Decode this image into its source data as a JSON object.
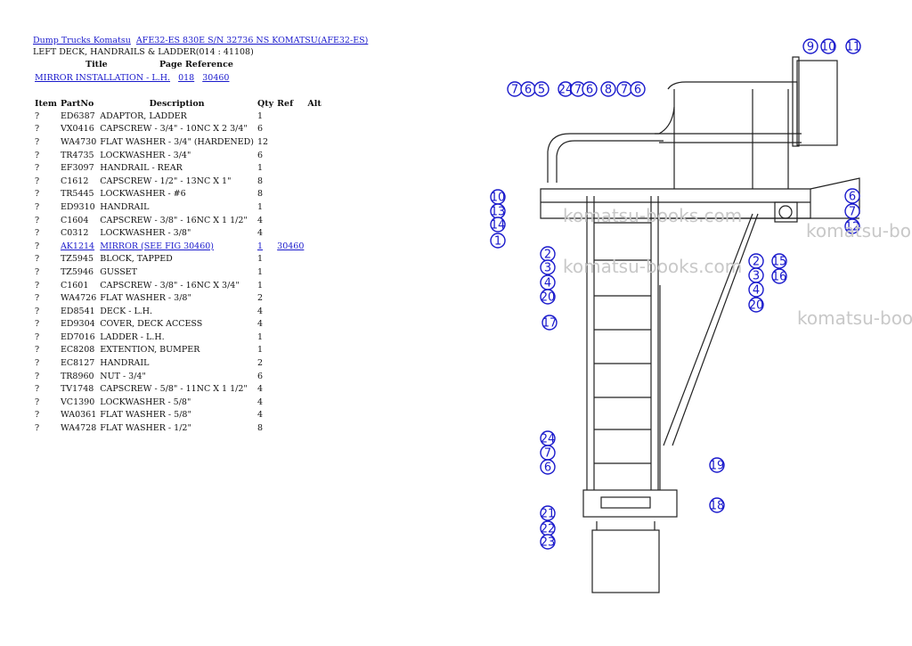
{
  "breadcrumb": [
    {
      "label": "Dump Trucks Komatsu",
      "link": true
    },
    {
      "label": "AFE32-ES 830E S/N 32736 NS KOMATSU(AFE32-ES)",
      "link": true
    }
  ],
  "subtitle": "LEFT DECK, HANDRAILS & LADDER(014 : 41108)",
  "reference": {
    "title_header": "Title",
    "page_header": "Page Reference",
    "title": "MIRROR INSTALLATION - L.H.",
    "page": "018",
    "ref": "30460"
  },
  "parts_table": {
    "columns": [
      "Item",
      "PartNo",
      "Description",
      "Qty",
      "Ref",
      "Alt"
    ],
    "rows": [
      {
        "item": "?",
        "part": "ED6387",
        "desc": "ADAPTOR, LADDER",
        "qty": "1",
        "ref": ""
      },
      {
        "item": "?",
        "part": "VX0416",
        "desc": "CAPSCREW - 3/4\" - 10NC X 2 3/4\"",
        "qty": "6",
        "ref": ""
      },
      {
        "item": "?",
        "part": "WA4730",
        "desc": "FLAT WASHER - 3/4\" (HARDENED)",
        "qty": "12",
        "ref": ""
      },
      {
        "item": "?",
        "part": "TR4735",
        "desc": "LOCKWASHER - 3/4\"",
        "qty": "6",
        "ref": ""
      },
      {
        "item": "?",
        "part": "EF3097",
        "desc": "HANDRAIL - REAR",
        "qty": "1",
        "ref": ""
      },
      {
        "item": "?",
        "part": "C1612",
        "desc": "CAPSCREW - 1/2\" - 13NC X 1\"",
        "qty": "8",
        "ref": ""
      },
      {
        "item": "?",
        "part": "TR5445",
        "desc": "LOCKWASHER - #6",
        "qty": "8",
        "ref": ""
      },
      {
        "item": "?",
        "part": "ED9310",
        "desc": "HANDRAIL",
        "qty": "1",
        "ref": ""
      },
      {
        "item": "?",
        "part": "C1604",
        "desc": "CAPSCREW - 3/8\" - 16NC X 1 1/2\"",
        "qty": "4",
        "ref": ""
      },
      {
        "item": "?",
        "part": "C0312",
        "desc": "LOCKWASHER - 3/8\"",
        "qty": "4",
        "ref": ""
      },
      {
        "item": "?",
        "part": "AK1214",
        "desc": "MIRROR (SEE FIG 30460)",
        "qty": "1",
        "ref": "30460",
        "link": true
      },
      {
        "item": "?",
        "part": "TZ5945",
        "desc": "BLOCK, TAPPED",
        "qty": "1",
        "ref": ""
      },
      {
        "item": "?",
        "part": "TZ5946",
        "desc": "GUSSET",
        "qty": "1",
        "ref": ""
      },
      {
        "item": "?",
        "part": "C1601",
        "desc": "CAPSCREW - 3/8\" - 16NC X 3/4\"",
        "qty": "1",
        "ref": ""
      },
      {
        "item": "?",
        "part": "WA4726",
        "desc": "FLAT WASHER - 3/8\"",
        "qty": "2",
        "ref": ""
      },
      {
        "item": "?",
        "part": "ED8541",
        "desc": "DECK - L.H.",
        "qty": "4",
        "ref": ""
      },
      {
        "item": "?",
        "part": "ED9304",
        "desc": "COVER, DECK ACCESS",
        "qty": "4",
        "ref": ""
      },
      {
        "item": "?",
        "part": "ED7016",
        "desc": "LADDER - L.H.",
        "qty": "1",
        "ref": ""
      },
      {
        "item": "?",
        "part": "EC8208",
        "desc": "EXTENTION, BUMPER",
        "qty": "1",
        "ref": ""
      },
      {
        "item": "?",
        "part": "EC8127",
        "desc": "HANDRAIL",
        "qty": "2",
        "ref": ""
      },
      {
        "item": "?",
        "part": "TR8960",
        "desc": "NUT - 3/4\"",
        "qty": "6",
        "ref": ""
      },
      {
        "item": "?",
        "part": "TV1748",
        "desc": "CAPSCREW - 5/8\" - 11NC X 1 1/2\"",
        "qty": "4",
        "ref": ""
      },
      {
        "item": "?",
        "part": "VC1390",
        "desc": "LOCKWASHER - 5/8\"",
        "qty": "4",
        "ref": ""
      },
      {
        "item": "?",
        "part": "WA0361",
        "desc": "FLAT WASHER - 5/8\"",
        "qty": "4",
        "ref": ""
      },
      {
        "item": "?",
        "part": "WA4728",
        "desc": "FLAT WASHER - 1/2\"",
        "qty": "8",
        "ref": ""
      }
    ]
  },
  "diagram": {
    "callouts": [
      "9",
      "10",
      "11",
      "7",
      "6",
      "5",
      "24",
      "7",
      "6",
      "8",
      "7",
      "6",
      "6",
      "7",
      "12",
      "10",
      "13",
      "14",
      "1",
      "2",
      "3",
      "4",
      "20",
      "2",
      "3",
      "4",
      "20",
      "15",
      "16",
      "17",
      "24",
      "7",
      "6",
      "19",
      "18",
      "21",
      "22",
      "23"
    ]
  },
  "watermark": "komatsu-books.com",
  "colors": {
    "link": "#1a1acc",
    "callout": "#1a1acc",
    "watermark": "#c8c8c8"
  }
}
